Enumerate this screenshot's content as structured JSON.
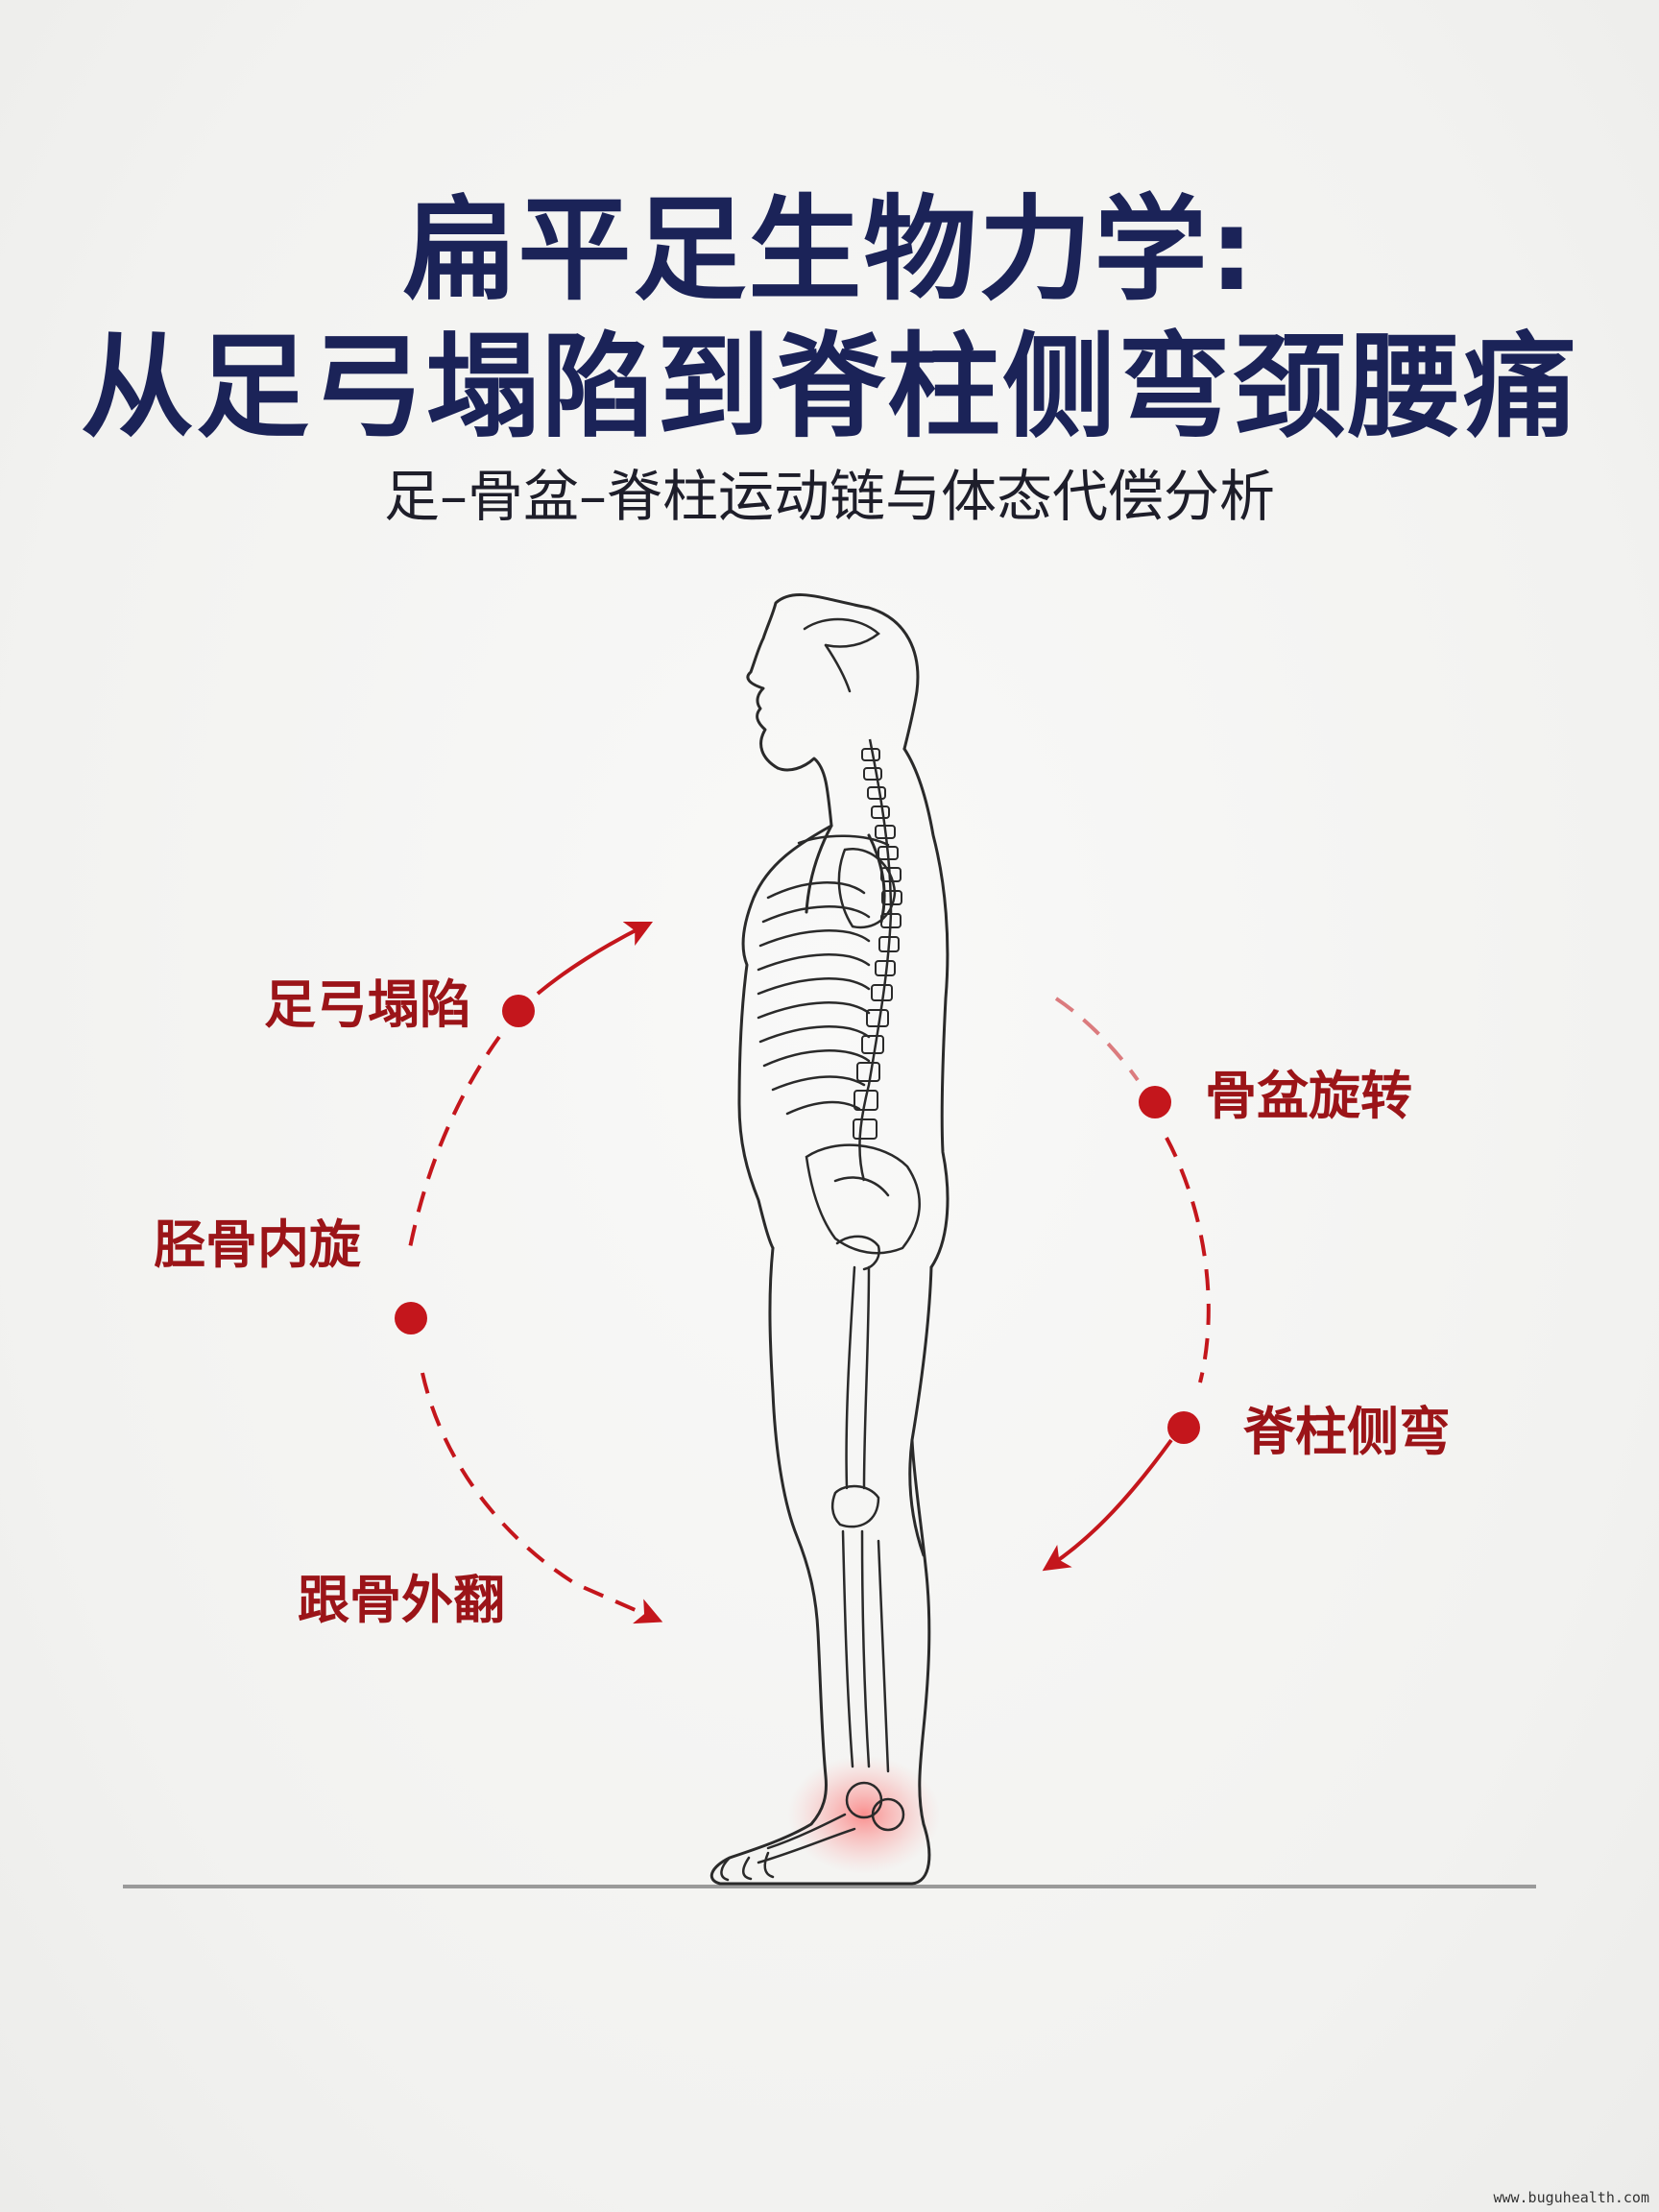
{
  "title": {
    "line1": "扁平足生物力学:",
    "line2": "从足弓塌陷到脊柱侧弯颈腰痛"
  },
  "subtitle": "足–骨盆–脊柱运动链与体态代偿分析",
  "labels": {
    "arch_collapse": "足弓塌陷",
    "tibial_rotation": "胫骨内旋",
    "calcaneal_eversion": "跟骨外翻",
    "pelvic_rotation": "骨盆旋转",
    "scoliosis": "脊柱侧弯"
  },
  "colors": {
    "title": "#1b2358",
    "accent_red": "#c4161c",
    "label_red": "#9b1418",
    "line_art": "#2a2a2a"
  },
  "watermark": "www.buguhealth.com"
}
